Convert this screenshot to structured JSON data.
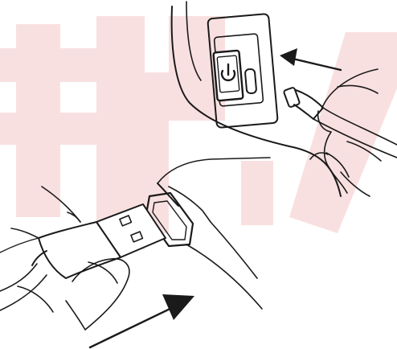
{
  "illustration": {
    "top_panel": {
      "button_icon": "power-icon",
      "connector": "micro-usb-plug",
      "arrow_direction": "left"
    },
    "bottom_panel": {
      "port": "usb-a-port",
      "connector": "usb-a-plug",
      "arrow_direction": "up-right"
    },
    "colors": {
      "line": "#1a1a1a",
      "watermark": "#f9e0e0",
      "background": "#ffffff"
    }
  }
}
